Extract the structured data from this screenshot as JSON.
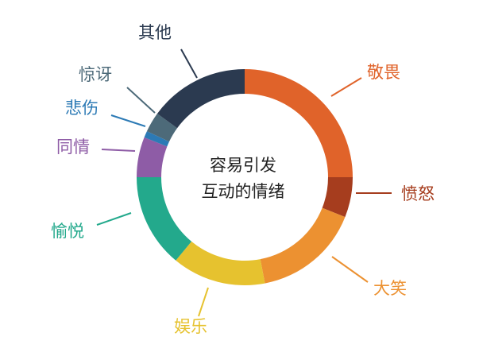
{
  "chart_data": {
    "type": "pie",
    "style": "donut",
    "center_label": [
      "容易引发",
      "互动的情绪"
    ],
    "slices": [
      {
        "label": "敬畏",
        "value": 25,
        "color": "#e0632a"
      },
      {
        "label": "愤怒",
        "value": 6,
        "color": "#a63d1e"
      },
      {
        "label": "大笑",
        "value": 16,
        "color": "#ec9131"
      },
      {
        "label": "娱乐",
        "value": 14,
        "color": "#e6c22f"
      },
      {
        "label": "愉悦",
        "value": 14,
        "color": "#23a98c"
      },
      {
        "label": "同情",
        "value": 6,
        "color": "#8e5ca6"
      },
      {
        "label": "悲伤",
        "value": 1,
        "color": "#2c7ab5"
      },
      {
        "label": "惊讶",
        "value": 3,
        "color": "#4d6a79"
      },
      {
        "label": "其他",
        "value": 15,
        "color": "#2b3a50"
      }
    ]
  }
}
